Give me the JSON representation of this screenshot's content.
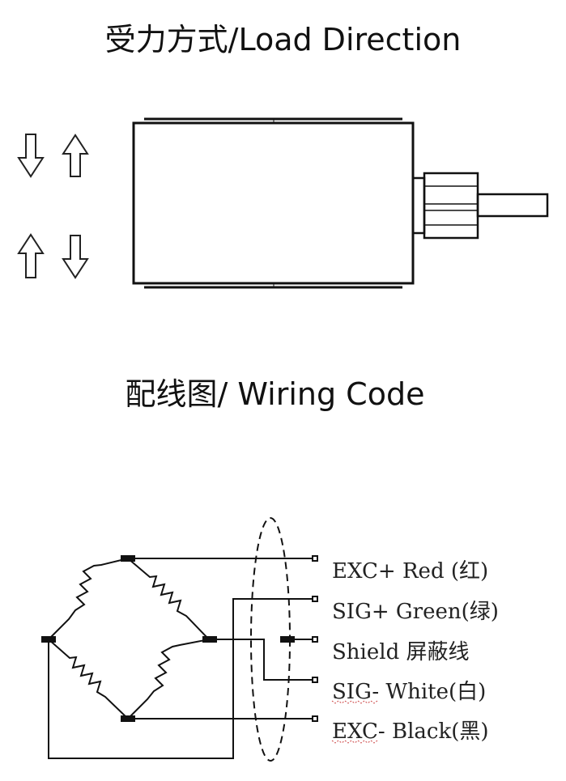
{
  "titles": {
    "load_direction": "受力方式/Load Direction",
    "wiring_code": "配线图/ Wiring Code"
  },
  "wiring": [
    {
      "label": "EXC+ Red  (红)"
    },
    {
      "label": "SIG+ Green(绿)"
    },
    {
      "label": "Shield  屏蔽线"
    },
    {
      "label": "SIG- White(白)"
    },
    {
      "label": "EXC- Black(黑)"
    }
  ],
  "colors": {
    "line": "#000000",
    "text": "#222222",
    "underline": "#cc4444"
  }
}
